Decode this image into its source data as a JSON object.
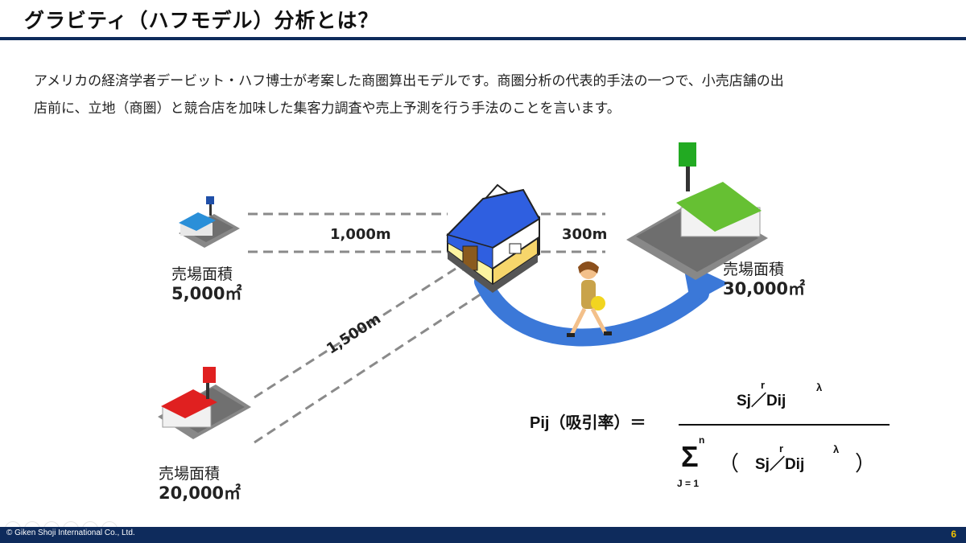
{
  "slide": {
    "title": "グラビティ（ハフモデル）分析とは？",
    "description_lines": [
      "アメリカの経済学者デービット・ハフ博士が考案した商圏算出モデルです。商圏分析の代表的手法の一つで、小売店舗の出",
      "店前に、立地（商圏）と競合店を加味した集客力調査や売上予測を行う手法のことを言います。"
    ],
    "page_number": "6",
    "copyright": "© Giken Shoji International Co., Ltd."
  },
  "stores": {
    "small": {
      "area_label": "売場面積",
      "size": "5,000㎡",
      "flag_color": "#1f4fa8",
      "roof_color": "#2a8fd8"
    },
    "large": {
      "area_label": "売場面積",
      "size": "20,000㎡",
      "flag_color": "#e02020",
      "roof_color": "#e02020"
    },
    "big": {
      "area_label": "売場面積",
      "size": "30,000㎡",
      "flag_color": "#22aa22",
      "roof_color": "#66c033"
    }
  },
  "distances": {
    "small": "1,000m",
    "large": "1,500m",
    "big": "300m"
  },
  "colors": {
    "header_rule": "#0e2b5c",
    "arrow": "#3b78d8",
    "house_roof": "#2f5fe0",
    "house_wall": "#fbf3a0"
  },
  "formula": {
    "lhs": "Pij（吸引率）＝",
    "numerator": "Sj／Dij",
    "numerator_exp": "r",
    "numerator_lambda": "λ",
    "sigma": "Σ",
    "sum_upper": "n",
    "sum_lower": "J = 1",
    "open_paren": "（",
    "denominator": "Sj／Dij",
    "denominator_exp": "r",
    "denominator_lambda": "λ",
    "close_paren": "）"
  }
}
